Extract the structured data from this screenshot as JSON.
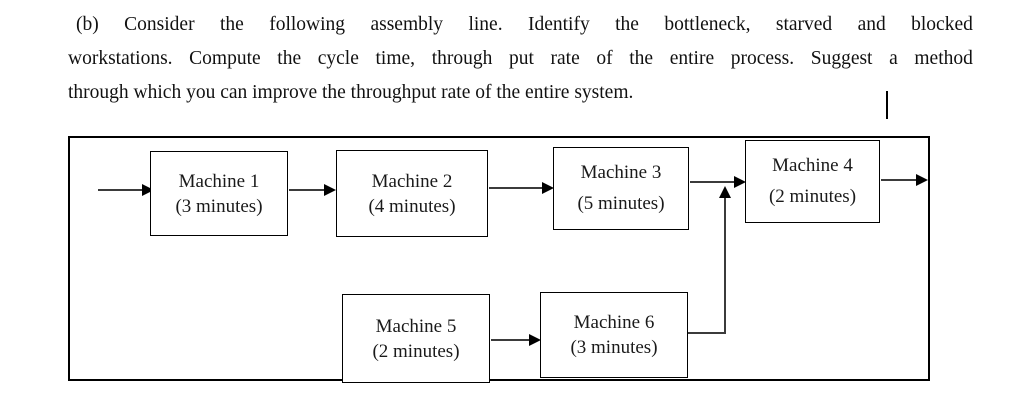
{
  "question": {
    "lines": [
      {
        "justify": true,
        "indent": true,
        "words": [
          "(b)",
          "Consider",
          "the",
          "following",
          "assembly",
          "line.",
          "Identify",
          "the",
          "bottleneck,",
          "starved",
          "and",
          "blocked"
        ]
      },
      {
        "justify": true,
        "indent": false,
        "words": [
          "workstations.",
          "Compute",
          "the",
          "cycle",
          "time,",
          "through",
          "put",
          "rate",
          "of",
          "the",
          "entire",
          "process.",
          "Suggest",
          "a",
          "method"
        ]
      },
      {
        "justify": false,
        "indent": false,
        "text": "through which you can improve the throughput rate of the entire system."
      }
    ],
    "caret": "text-cursor"
  },
  "diagram": {
    "type": "assembly-line-flowchart",
    "machines": [
      {
        "id": "machine-1",
        "name": "Machine 1",
        "time": "(3 minutes)",
        "minutes": 3,
        "row": "top",
        "order": 1
      },
      {
        "id": "machine-2",
        "name": "Machine 2",
        "time": "(4 minutes)",
        "minutes": 4,
        "row": "top",
        "order": 2
      },
      {
        "id": "machine-3",
        "name": "Machine 3",
        "time": "(5 minutes)",
        "minutes": 5,
        "row": "top",
        "order": 3
      },
      {
        "id": "machine-4",
        "name": "Machine 4",
        "time": "(2 minutes)",
        "minutes": 2,
        "row": "top",
        "order": 4
      },
      {
        "id": "machine-5",
        "name": "Machine 5",
        "time": "(2 minutes)",
        "minutes": 2,
        "row": "bottom",
        "order": 1
      },
      {
        "id": "machine-6",
        "name": "Machine 6",
        "time": "(3 minutes)",
        "minutes": 3,
        "row": "bottom",
        "order": 2
      }
    ],
    "flows": [
      {
        "from": "input",
        "to": "machine-1"
      },
      {
        "from": "machine-1",
        "to": "machine-2"
      },
      {
        "from": "machine-2",
        "to": "machine-3"
      },
      {
        "from": "machine-3",
        "to": "machine-4"
      },
      {
        "from": "machine-4",
        "to": "output"
      },
      {
        "from": "machine-5",
        "to": "machine-6"
      },
      {
        "from": "machine-6",
        "to": "machine-4"
      }
    ],
    "colors": {
      "line": "#3b3b3b",
      "frame": "#000000",
      "box_border": "#000000",
      "background": "#ffffff"
    }
  }
}
